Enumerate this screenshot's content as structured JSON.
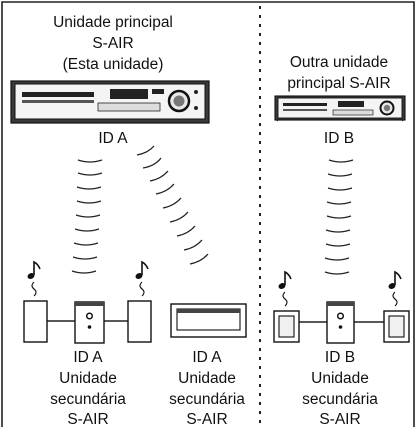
{
  "left": {
    "main_unit_label": [
      "Unidade principal",
      "S-AIR",
      "(Esta unidade)"
    ],
    "main_id": "ID A",
    "sub_group_1": [
      "ID A",
      "Unidade",
      "secundária",
      "S-AIR"
    ],
    "sub_group_2": [
      "ID A",
      "Unidade",
      "secundária",
      "S-AIR"
    ]
  },
  "right": {
    "main_unit_label": [
      "Outra unidade",
      "principal S-AIR"
    ],
    "main_id": "ID B",
    "sub_group": [
      "ID B",
      "Unidade",
      "secundária",
      "S-AIR"
    ]
  },
  "icons": {
    "note": "music-note-icon",
    "wave": "wireless-signal-icon",
    "receiver": "av-receiver-icon",
    "speaker": "speaker-icon",
    "amplifier": "surround-amplifier-icon"
  }
}
